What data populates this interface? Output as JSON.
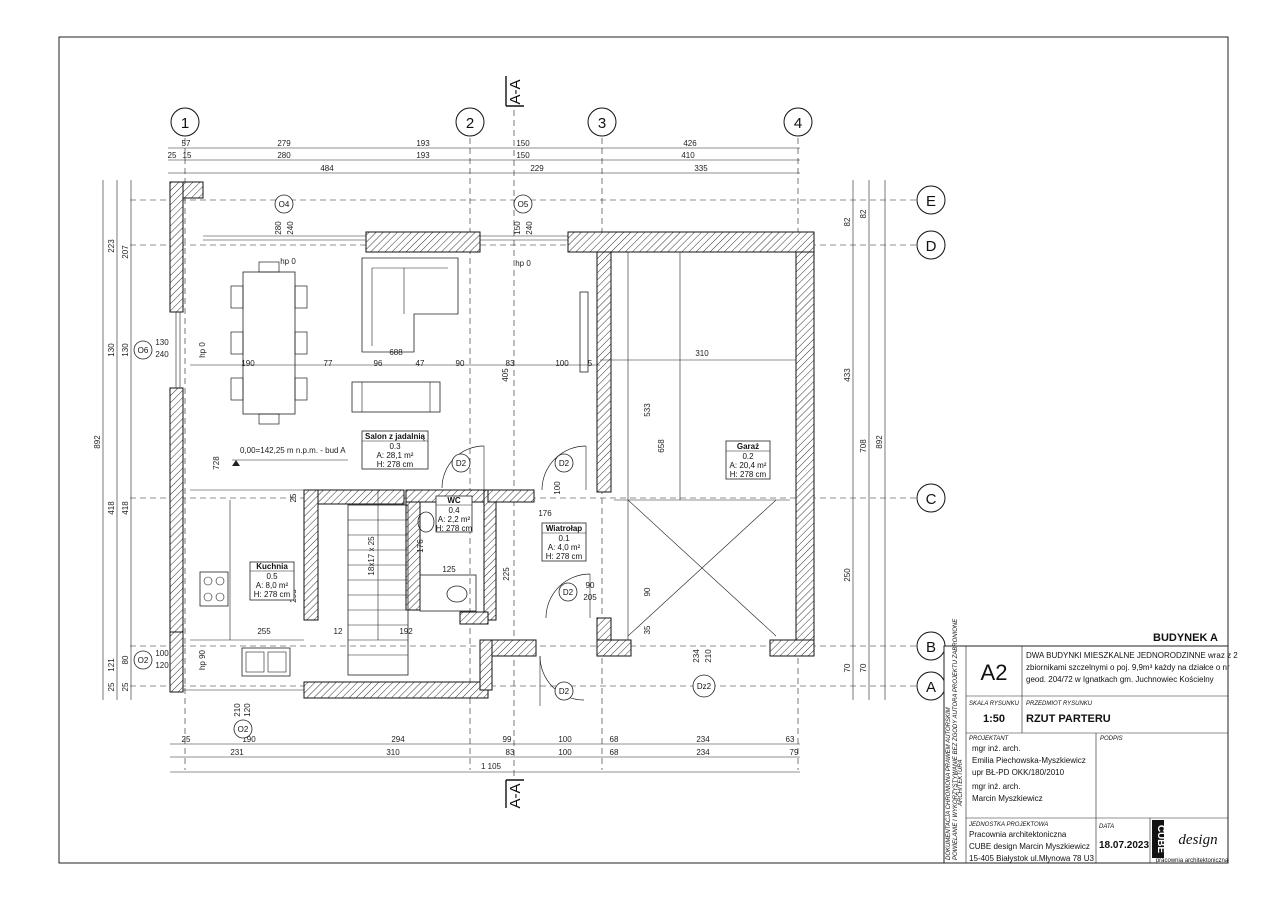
{
  "axes": {
    "columns": [
      "1",
      "2",
      "3",
      "4"
    ],
    "rows": [
      "E",
      "D",
      "C",
      "B",
      "A"
    ],
    "section_top": "A-A",
    "section_bottom": "A-A"
  },
  "dims": {
    "top_row1": [
      "57",
      "279",
      "193",
      "150",
      "426"
    ],
    "top_row2": [
      "25",
      "15",
      "280",
      "193",
      "150",
      "410"
    ],
    "top_row3": [
      "484",
      "229",
      "335"
    ],
    "bottom_row1": [
      "25",
      "190",
      "294",
      "99",
      "100",
      "68",
      "234",
      "63"
    ],
    "bottom_row2": [
      "231",
      "310",
      "83",
      "100",
      "68",
      "234",
      "79"
    ],
    "bottom_total": "1 105",
    "left_outer": "892",
    "left_row1": [
      "223",
      "130",
      "418",
      "121",
      "25"
    ],
    "left_row2": [
      "207",
      "130",
      "418",
      "80",
      "25"
    ],
    "right_row1": [
      "82",
      "433",
      "250",
      "70"
    ],
    "right_row2": [
      "82",
      "708",
      "70"
    ],
    "right_outer": "892",
    "interior": [
      "688",
      "190",
      "77",
      "96",
      "47",
      "90",
      "83",
      "100",
      "5",
      "310",
      "728",
      "255",
      "12",
      "192",
      "125",
      "176",
      "225",
      "533",
      "658",
      "405",
      "90",
      "35",
      "234",
      "210",
      "100",
      "90",
      "205",
      "176",
      "18x17 x 25",
      "25",
      "295"
    ]
  },
  "openings": {
    "O4": "O4",
    "O5": "O5",
    "O6": "O6",
    "O2a": "O2",
    "O2b": "O2",
    "D2a": "D2",
    "D2b": "D2",
    "D2c": "D2",
    "D2d": "D2",
    "Dz2": "Dz2",
    "o4_dims": [
      "280",
      "240"
    ],
    "o5_dims": [
      "150",
      "240"
    ],
    "o6_dims": [
      "130",
      "240"
    ],
    "o2_dims": [
      "100",
      "120"
    ],
    "o2b_dims": [
      "210",
      "120"
    ],
    "hp0": "hp 0",
    "hp90": "hp 90"
  },
  "level_note": "0,00=142,25 m n.p.m. - bud A",
  "rooms": [
    {
      "name": "Salon z jadalnią",
      "num": "0.3",
      "area": "A: 28,1 m²",
      "height": "H: 278 cm"
    },
    {
      "name": "Garaż",
      "num": "0.2",
      "area": "A: 20,4 m²",
      "height": "H: 278 cm"
    },
    {
      "name": "WC",
      "num": "0.4",
      "area": "A: 2,2 m²",
      "height": "H: 278 cm"
    },
    {
      "name": "Wiatrołap",
      "num": "0.1",
      "area": "A: 4,0 m²",
      "height": "H: 278 cm"
    },
    {
      "name": "Kuchnia",
      "num": "0.5",
      "area": "A: 8,0 m²",
      "height": "H: 278 cm"
    }
  ],
  "titleblock": {
    "building": "BUDYNEK A",
    "sheet": "A2",
    "description_lines": [
      "DWA BUDYNKI MIESZKALNE JEDNORODZINNE  wraz z 2",
      "zbiornikami szczelnymi o poj. 9,9m³ każdy  na działce o nr",
      "geod. 204/72 w Ignatkach gm. Juchnowiec Kościelny"
    ],
    "scale_label": "SKALA RYSUNKU",
    "scale": "1:50",
    "subject_label": "PRZEDMIOT RYSUNKU",
    "subject": "RZUT PARTERU",
    "designer_label": "PROJEKTANT",
    "signature_label": "PODPIS",
    "designer_lines": [
      "mgr inż. arch.",
      "Emilia Piechowska-Myszkiewicz",
      "upr BŁ-PD OKK/180/2010",
      "",
      "mgr inż. arch.",
      "Marcin Myszkiewicz"
    ],
    "side_label": "ARCHITEKTURA",
    "unit_label": "JEDNOSTKA PROJEKTOWA",
    "unit_lines": [
      "Pracownia architektoniczna",
      "CUBE design Marcin Myszkiewicz",
      "15-405 Białystok ul.Młynowa 78 U3"
    ],
    "date_label": "DATA",
    "date": "18.07.2023",
    "copyright_lines": [
      "DOKUMENTACJA CHRONIONA PRAWEM AUTORSKIM",
      "POWIELANIE I WYKORZYSTYWANIE BEZ ZGODY AUTORA PROJEKTU ZABRONIONE"
    ],
    "logo_cube": "CUBE",
    "logo_design": "design",
    "logo_sub": "pracownia architektoniczna"
  }
}
